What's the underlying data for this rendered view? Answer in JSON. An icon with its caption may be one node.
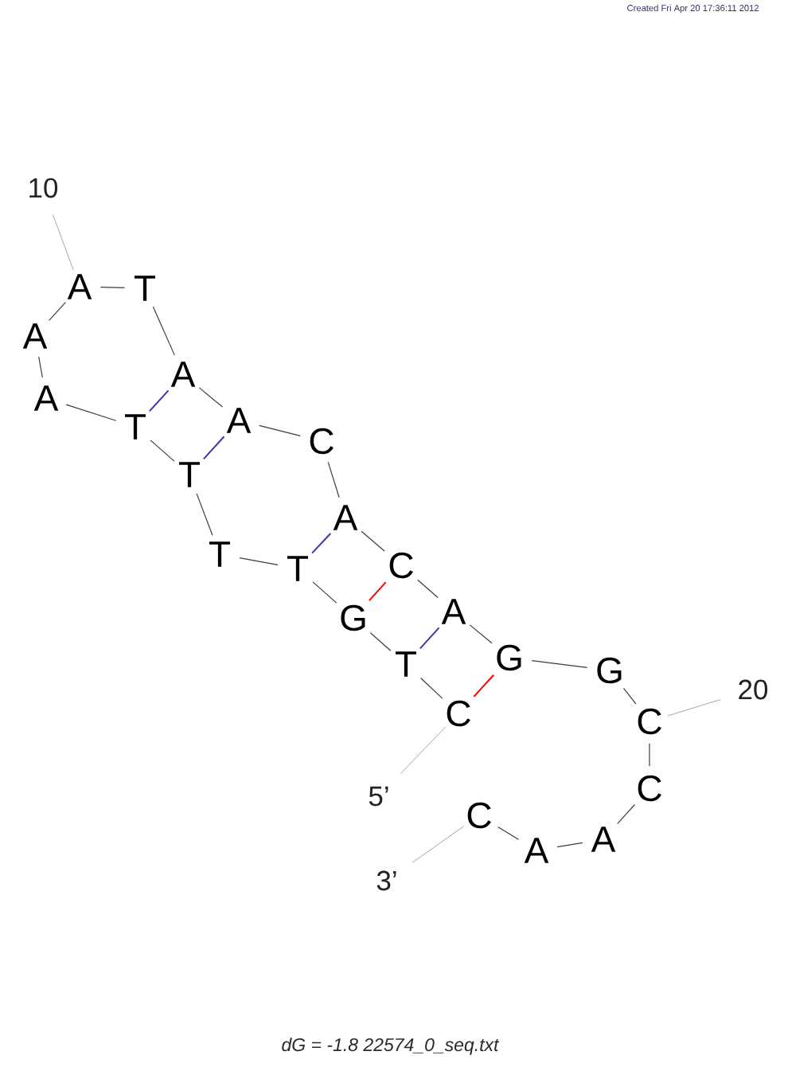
{
  "diagram": {
    "caption": "dG = -1.8 22574_0_seq.txt",
    "nodes": [
      {
        "text": [
          "C"
        ]
      },
      {
        "text": [
          "T"
        ]
      },
      {
        "text": [
          "G"
        ]
      },
      {
        "text": [
          "T"
        ]
      },
      {
        "text": [
          "T"
        ]
      },
      {
        "text": [
          "T"
        ]
      },
      {
        "text": [
          "T"
        ]
      },
      {
        "text": [
          "A"
        ]
      },
      {
        "text": [
          "A"
        ]
      },
      {
        "text": [
          "A"
        ]
      },
      {
        "text": [
          "T"
        ]
      },
      {
        "text": [
          "A"
        ]
      },
      {
        "text": [
          "A"
        ]
      },
      {
        "text": [
          "C"
        ]
      },
      {
        "text": [
          "A"
        ]
      },
      {
        "text": [
          "C"
        ]
      },
      {
        "text": [
          "A"
        ]
      },
      {
        "text": [
          "G"
        ]
      },
      {
        "text": [
          "G"
        ]
      },
      {
        "text": [
          "C"
        ]
      },
      {
        "text": [
          "C"
        ]
      },
      {
        "text": [
          "A"
        ]
      },
      {
        "text": [
          "A"
        ]
      },
      {
        "text": [
          "C"
        ]
      },
      {
        "text": [
          "10"
        ]
      },
      {
        "text": [
          "20"
        ]
      },
      {
        "text": [
          "5’"
        ]
      },
      {
        "text": [
          "3’"
        ]
      }
    ],
    "edges": [
      {
        "from": 0,
        "to": 1,
        "arrow": "none"
      },
      {
        "from": 1,
        "to": 2,
        "arrow": "none"
      },
      {
        "from": 2,
        "to": 3,
        "arrow": "none"
      },
      {
        "from": 3,
        "to": 4,
        "arrow": "none"
      },
      {
        "from": 4,
        "to": 5,
        "arrow": "none"
      },
      {
        "from": 5,
        "to": 6,
        "arrow": "none"
      },
      {
        "from": 6,
        "to": 7,
        "arrow": "none"
      },
      {
        "from": 7,
        "to": 8,
        "arrow": "none"
      },
      {
        "from": 8,
        "to": 9,
        "arrow": "none"
      },
      {
        "from": 9,
        "to": 10,
        "arrow": "none"
      },
      {
        "from": 10,
        "to": 11,
        "arrow": "none"
      },
      {
        "from": 11,
        "to": 12,
        "arrow": "none"
      },
      {
        "from": 12,
        "to": 13,
        "arrow": "none"
      },
      {
        "from": 13,
        "to": 14,
        "arrow": "none"
      },
      {
        "from": 14,
        "to": 15,
        "arrow": "none"
      },
      {
        "from": 15,
        "to": 16,
        "arrow": "none"
      },
      {
        "from": 16,
        "to": 17,
        "arrow": "none"
      },
      {
        "from": 17,
        "to": 18,
        "arrow": "none"
      },
      {
        "from": 18,
        "to": 19,
        "arrow": "none"
      },
      {
        "from": 19,
        "to": 20,
        "arrow": "none"
      },
      {
        "from": 20,
        "to": 21,
        "arrow": "none"
      },
      {
        "from": 21,
        "to": 22,
        "arrow": "none"
      },
      {
        "from": 22,
        "to": 23,
        "arrow": "none"
      },
      {
        "from": 0,
        "to": 17,
        "arrow": "none",
        "color": "#ff0000"
      },
      {
        "from": 1,
        "to": 16,
        "arrow": "none",
        "color": "#4433aa"
      },
      {
        "from": 2,
        "to": 15,
        "arrow": "none",
        "color": "#ff0000"
      },
      {
        "from": 3,
        "to": 14,
        "arrow": "none",
        "color": "#4433aa"
      },
      {
        "from": 5,
        "to": 12,
        "arrow": "none",
        "color": "#4433aa"
      },
      {
        "from": 6,
        "to": 11,
        "arrow": "none",
        "color": "#4433aa"
      },
      {
        "from": 24,
        "to": 9,
        "arrow": "none",
        "color": "#a6a6a6"
      },
      {
        "from": 25,
        "to": 19,
        "arrow": "none",
        "color": "#a6a6a6"
      },
      {
        "from": 26,
        "to": 0,
        "arrow": "none",
        "color": "#a6a6a6"
      },
      {
        "from": 27,
        "to": 23,
        "arrow": "none",
        "color": "#a6a6a6"
      }
    ],
    "labels": [
      "Created Fri Apr 20 17:36:11 2012"
    ]
  }
}
